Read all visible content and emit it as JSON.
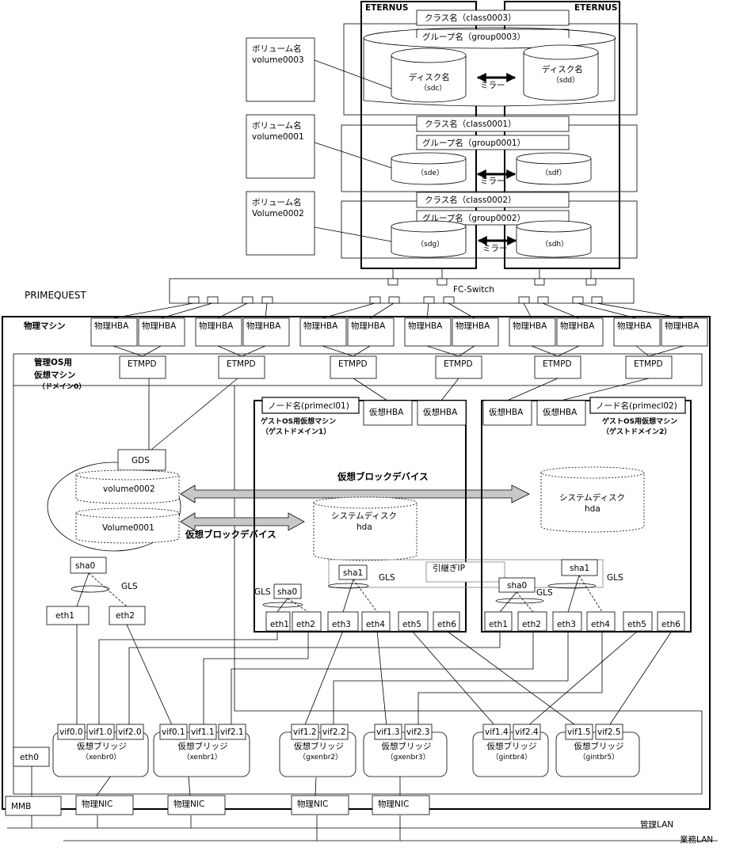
{
  "storage": {
    "eternus_left": "ETERNUS",
    "eternus_right": "ETERNUS",
    "mirror_label": "ミラー",
    "sets": [
      {
        "volume_label": "ボリューム名",
        "volume_name": "volume0003",
        "class": "クラス名（class0003）",
        "group": "グループ名（group0003）",
        "disk_left_l1": "ディスク名",
        "disk_left_l2": "（sdc）",
        "disk_right_l1": "ディスク名",
        "disk_right_l2": "（sdd）"
      },
      {
        "volume_label": "ボリューム名",
        "volume_name": "volume0001",
        "class": "クラス名（class0001）",
        "group": "グループ名（group0001）",
        "disk_left_l1": "（sde）",
        "disk_right_l1": "（sdf）"
      },
      {
        "volume_label": "ボリューム名",
        "volume_name": "Volume0002",
        "class": "クラス名（class0002）",
        "group": "グループ名（group0002）",
        "disk_left_l1": "（sdg）",
        "disk_right_l1": "（sdh）"
      }
    ]
  },
  "fc_switch": "FC-Switch",
  "primequest": "PRIMEQUEST",
  "physical_machine": "物理マシン",
  "hba_label": "物理HBA",
  "etmpd_label": "ETMPD",
  "management_vm": {
    "title_l1": "管理OS用",
    "title_l2": "仮想マシン",
    "title_l3": "（ドメイン0）",
    "gds": "GDS",
    "volumes": [
      "volume0002",
      "Volume0001"
    ],
    "sha": "sha0",
    "gls": "GLS",
    "eth": [
      "eth1",
      "eth2"
    ]
  },
  "virtual_block_device": "仮想ブロックデバイス",
  "guest1": {
    "node": "ノード名(primecl01)",
    "title_l1": "ゲストOS用仮想マシン",
    "title_l2": "（ゲストドメイン1）",
    "vhba": [
      "仮想HBA",
      "仮想HBA"
    ],
    "system_disk_l1": "システムディスク",
    "system_disk_l2": "hda",
    "sha": [
      "sha0",
      "sha1"
    ],
    "gls": "GLS",
    "takeover_ip": "引継ぎIP",
    "eth": [
      "eth1",
      "eth2",
      "eth3",
      "eth4",
      "eth5",
      "eth6"
    ]
  },
  "guest2": {
    "node": "ノード名(primecl02)",
    "title_l1": "ゲストOS用仮想マシン",
    "title_l2": "（ゲストドメイン2）",
    "vhba": [
      "仮想HBA",
      "仮想HBA"
    ],
    "system_disk_l1": "システムディスク",
    "system_disk_l2": "hda",
    "sha": [
      "sha0",
      "sha1"
    ],
    "gls": "GLS",
    "eth": [
      "eth1",
      "eth2",
      "eth3",
      "eth4",
      "eth5",
      "eth6"
    ]
  },
  "bridges": [
    {
      "vifs": [
        "vif0.0",
        "vif1.0",
        "vif2.0"
      ],
      "label": "仮想ブリッジ",
      "name": "（xenbr0）"
    },
    {
      "vifs": [
        "vif0.1",
        "vif1.1",
        "vif2.1"
      ],
      "label": "仮想ブリッジ",
      "name": "（xenbr1）"
    },
    {
      "vifs": [
        "vif1.2",
        "vif2.2"
      ],
      "label": "仮想ブリッジ",
      "name": "（gxenbr2）"
    },
    {
      "vifs": [
        "vif1.3",
        "vif2.3"
      ],
      "label": "仮想ブリッジ",
      "name": "（gxenbr3）"
    },
    {
      "vifs": [
        "vif1.4",
        "vif2.4"
      ],
      "label": "仮想ブリッジ",
      "name": "（gintbr4）"
    },
    {
      "vifs": [
        "vif1.5",
        "vif2.5"
      ],
      "label": "仮想ブリッジ",
      "name": "（gintbr5）"
    }
  ],
  "eth0": "eth0",
  "mmb": "MMB",
  "physical_nic": "物理NIC",
  "mgmt_lan": "管理LAN",
  "business_lan": "業務LAN"
}
